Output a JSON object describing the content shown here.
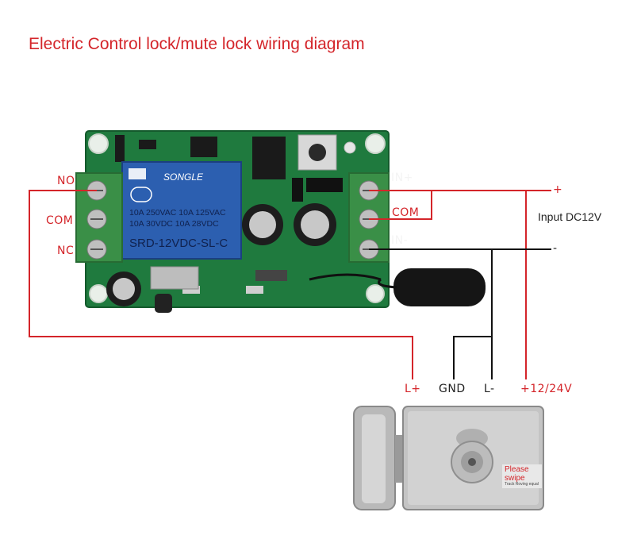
{
  "title": "Electric Control lock/mute lock wiring diagram",
  "relay_terminals": {
    "top": "NO",
    "middle": "COM",
    "bottom": "NC"
  },
  "power_terminals": {
    "top": "IN+",
    "middle": "COM",
    "bottom": "IN-"
  },
  "power_input": {
    "label": "Input DC12V",
    "plus": "+",
    "minus": "-"
  },
  "lock_terminals": {
    "l_plus": "L+",
    "gnd": "GND",
    "l_minus": "L-",
    "supply": "+12/24V"
  },
  "relay": {
    "brand": "SONGLE",
    "line1": "10A 250VAC  10A 125VAC",
    "line2": "10A  30VDC  10A  28VDC",
    "model": "SRD-12VDC-SL-C"
  },
  "lock_sticker": {
    "line1": "Please",
    "line2": "swipe",
    "line3": "Track Roving equal"
  },
  "colors": {
    "wire_red": "#d4252a",
    "wire_black": "#111111",
    "pcb": "#1f7a3e",
    "terminal": "#3a8f47",
    "relay": "#2c5fb0"
  }
}
